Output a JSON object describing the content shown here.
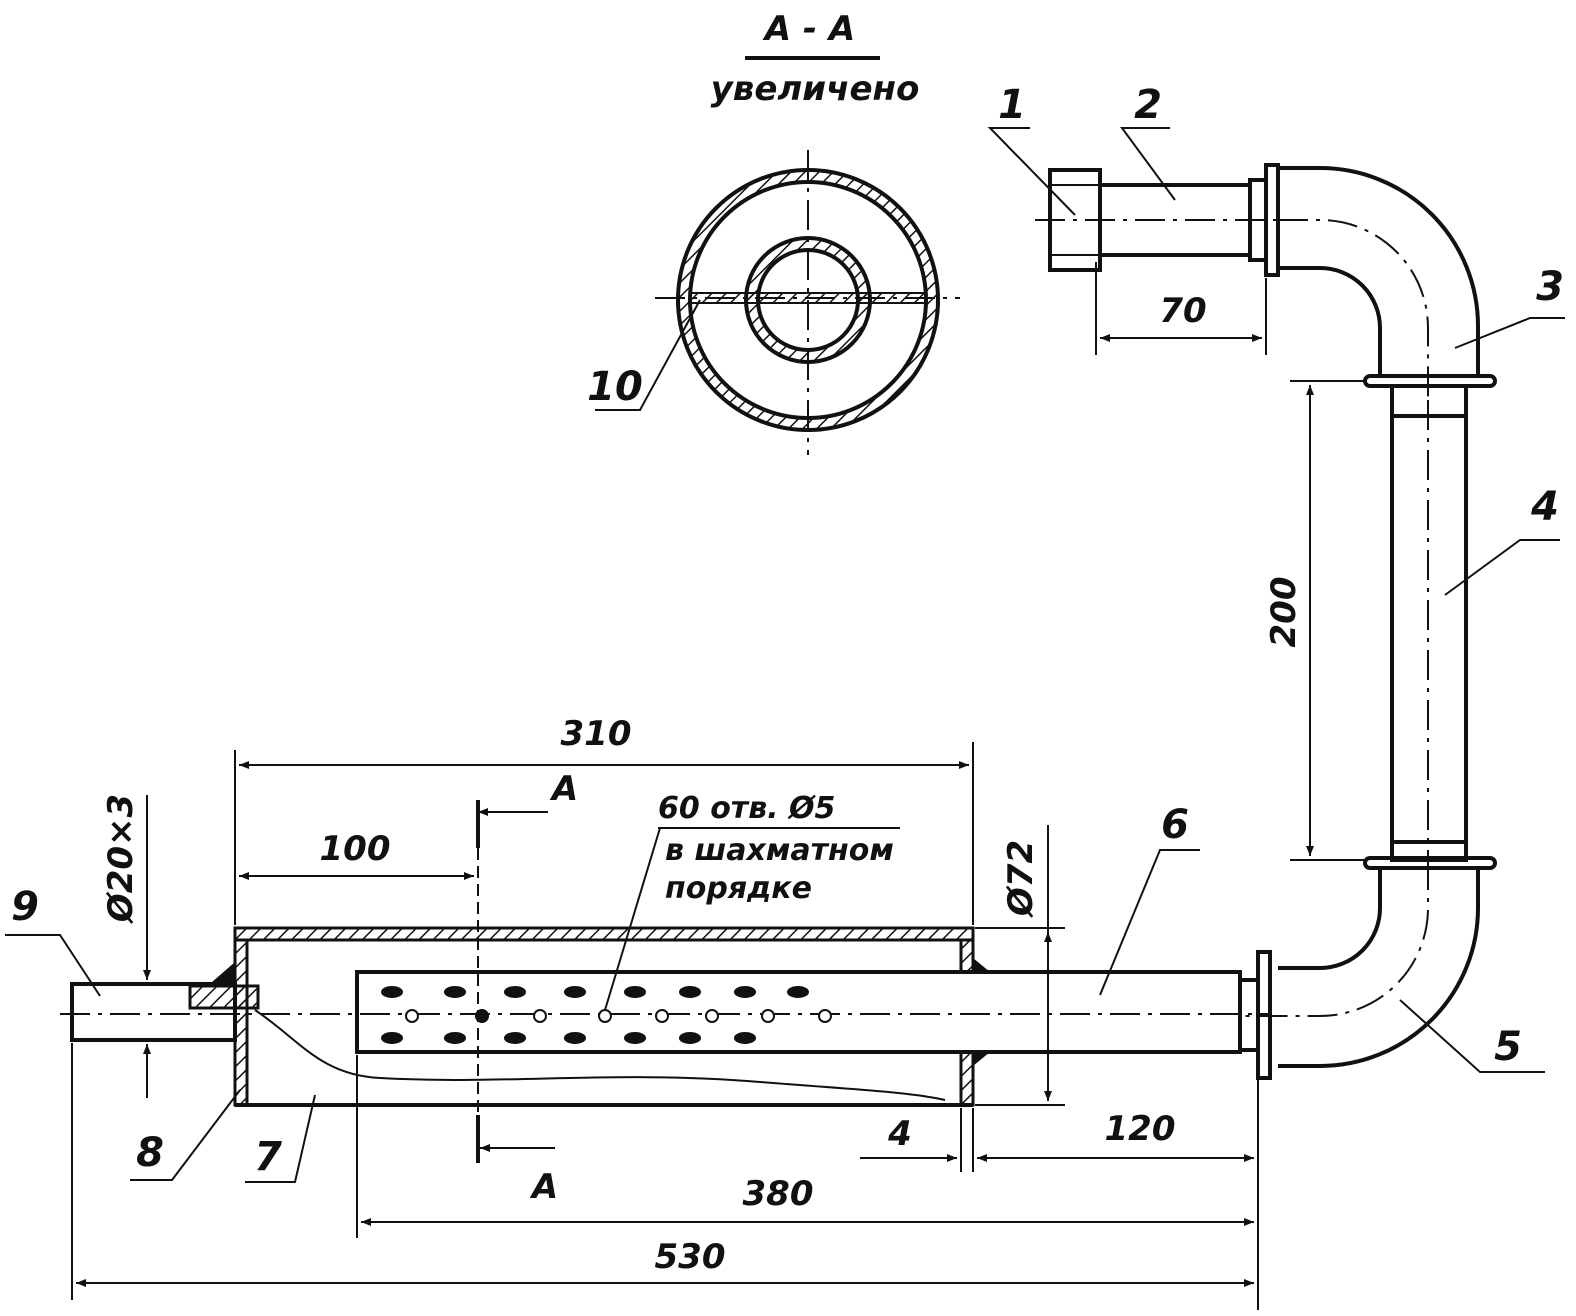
{
  "section": {
    "title": "А - А",
    "subtitle": "увеличено"
  },
  "part_numbers": [
    "1",
    "2",
    "3",
    "4",
    "5",
    "6",
    "7",
    "8",
    "9",
    "10"
  ],
  "dimensions": {
    "d70": "70",
    "d200": "200",
    "d310": "310",
    "d100": "100",
    "d72": "Ø72",
    "d20x3": "Ø20×3",
    "d4": "4",
    "d120": "120",
    "d380": "380",
    "d530": "530"
  },
  "section_marks": {
    "top": "А",
    "bottom": "А"
  },
  "hole_note": {
    "line1": "60 отв. Ø5",
    "line2": "в шахматном",
    "line3": "порядке"
  },
  "colors": {
    "ink": "#111111",
    "paper": "#ffffff"
  }
}
